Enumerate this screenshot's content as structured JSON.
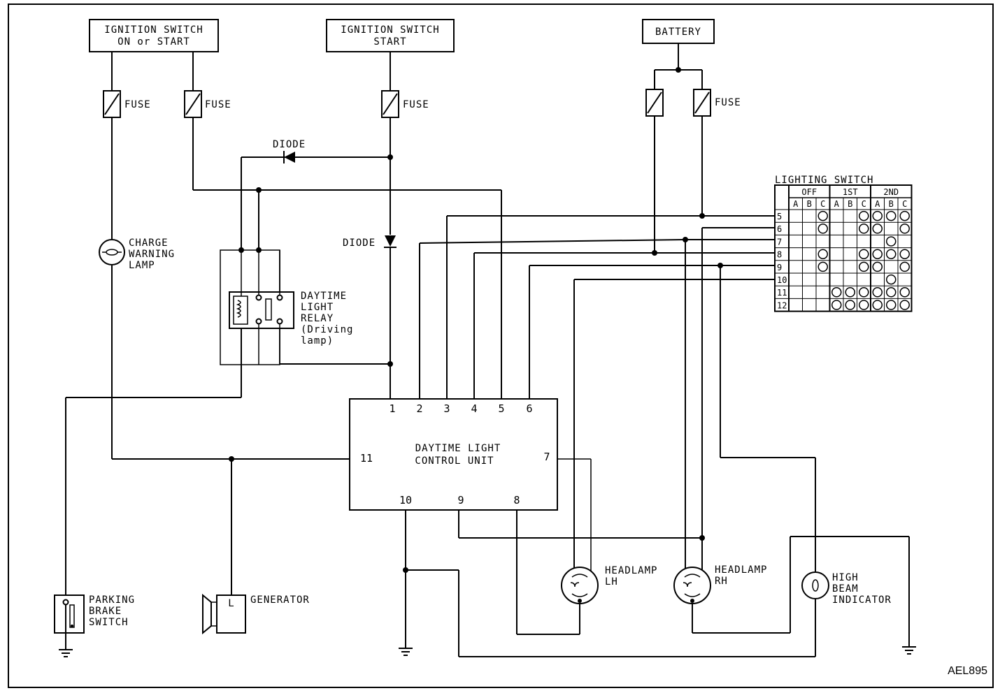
{
  "diagram_ref": "AEL895",
  "sources": {
    "ign_on_start": [
      "IGNITION SWITCH",
      "ON or START"
    ],
    "ign_start": [
      "IGNITION SWITCH",
      "START"
    ],
    "battery": "BATTERY"
  },
  "labels": {
    "fuse": "FUSE",
    "diode": "DIODE",
    "charge_warning_lamp": [
      "CHARGE",
      "WARNING",
      "LAMP"
    ],
    "relay": [
      "DAYTIME",
      "LIGHT",
      "RELAY",
      "(Driving",
      "lamp)"
    ],
    "parking_brake_switch": [
      "PARKING",
      "BRAKE",
      "SWITCH"
    ],
    "generator": "GENERATOR",
    "generator_terminal": "L",
    "headlamp_lh": [
      "HEADLAMP",
      "LH"
    ],
    "headlamp_rh": [
      "HEADLAMP",
      "RH"
    ],
    "high_beam_indicator": [
      "HIGH",
      "BEAM",
      "INDICATOR"
    ]
  },
  "control_unit": {
    "title": [
      "DAYTIME LIGHT",
      "CONTROL UNIT"
    ],
    "pins": [
      "1",
      "2",
      "3",
      "4",
      "5",
      "6",
      "7",
      "8",
      "9",
      "10",
      "11"
    ]
  },
  "lighting_switch": {
    "title": "LIGHTING SWITCH",
    "positions": [
      "OFF",
      "1ST",
      "2ND"
    ],
    "subcols": [
      "A",
      "B",
      "C",
      "A",
      "B",
      "C",
      "A",
      "B",
      "C"
    ],
    "rows": [
      "5",
      "6",
      "7",
      "8",
      "9",
      "10",
      "11",
      "12"
    ],
    "contacts": [
      [
        0,
        0,
        1,
        0,
        0,
        1,
        1,
        1,
        1
      ],
      [
        0,
        0,
        1,
        0,
        0,
        1,
        1,
        0,
        1
      ],
      [
        0,
        0,
        0,
        0,
        0,
        0,
        0,
        1,
        0
      ],
      [
        0,
        0,
        1,
        0,
        0,
        1,
        1,
        1,
        1
      ],
      [
        0,
        0,
        1,
        0,
        0,
        1,
        1,
        0,
        1
      ],
      [
        0,
        0,
        0,
        0,
        0,
        0,
        0,
        1,
        0
      ],
      [
        0,
        0,
        0,
        1,
        1,
        1,
        1,
        1,
        1
      ],
      [
        0,
        0,
        0,
        1,
        1,
        1,
        1,
        1,
        1
      ]
    ]
  }
}
